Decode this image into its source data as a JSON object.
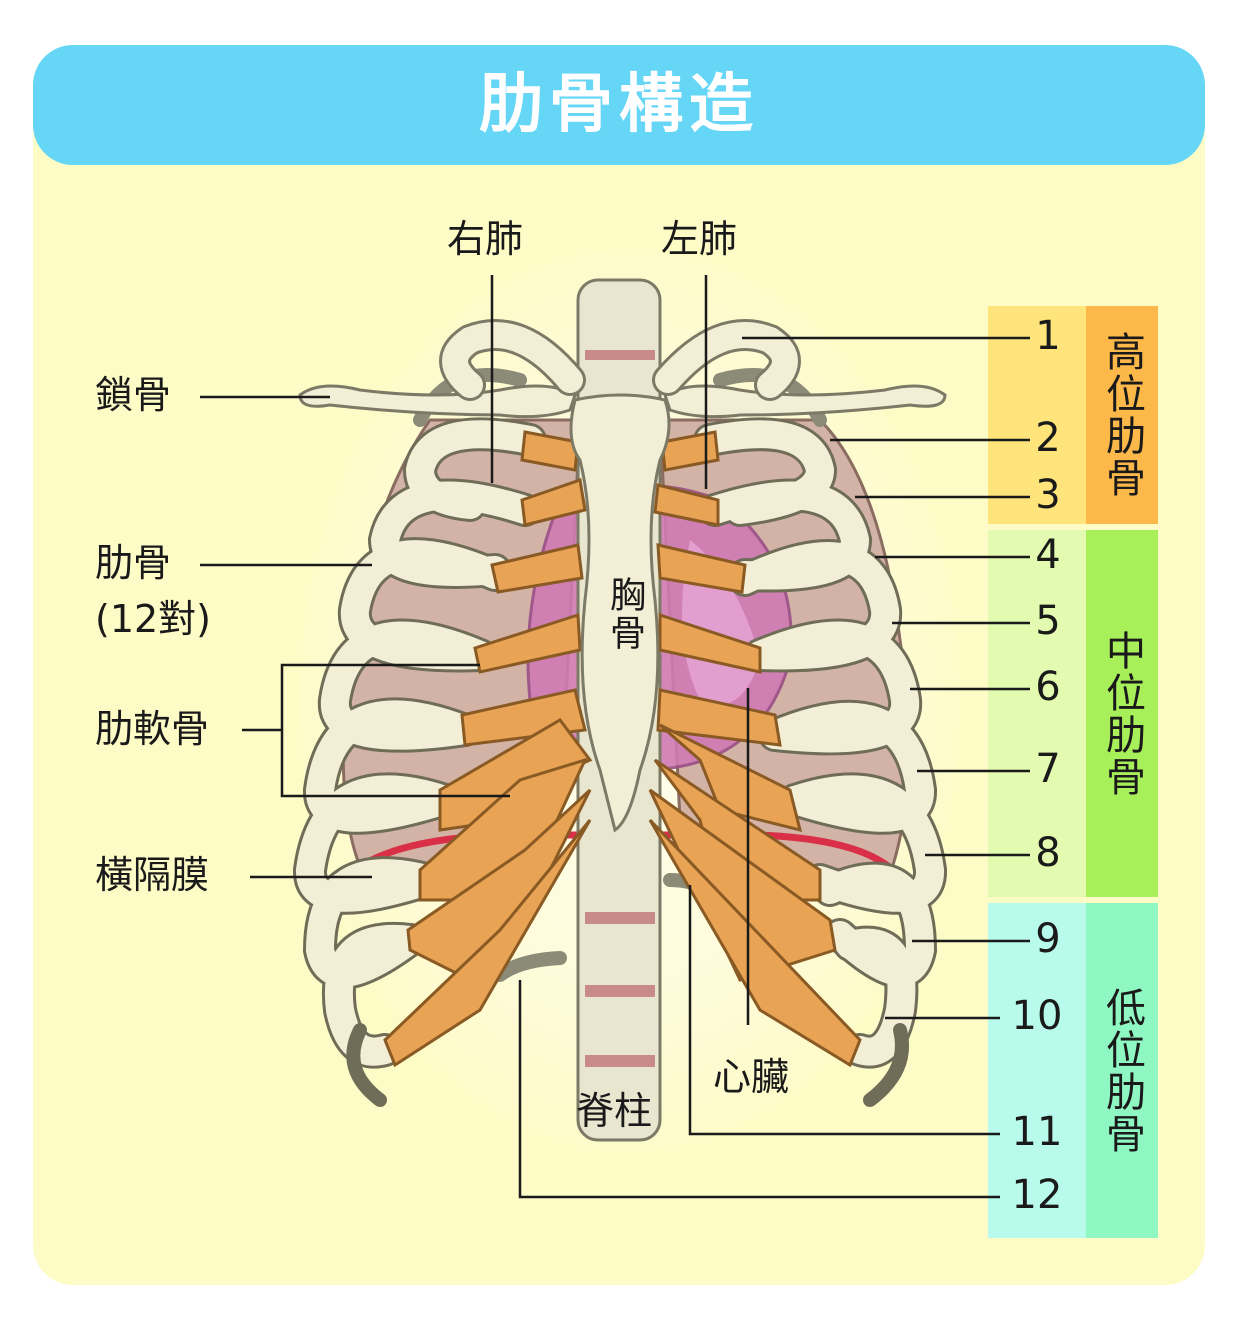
{
  "title": "肋骨構造",
  "labels": {
    "right_lung": "右肺",
    "left_lung": "左肺",
    "clavicle": "鎖骨",
    "ribs": "肋骨",
    "ribs_count": "(12對)",
    "costal_cartilage": "肋軟骨",
    "diaphragm": "橫隔膜",
    "sternum": "胸骨",
    "heart": "心臟",
    "spine": "脊柱"
  },
  "rib_numbers": [
    "1",
    "2",
    "3",
    "4",
    "5",
    "6",
    "7",
    "8",
    "9",
    "10",
    "11",
    "12"
  ],
  "groups": [
    {
      "name": "高位肋骨",
      "color": "#fdb84a",
      "band_color": "#fee47a"
    },
    {
      "name": "中位肋骨",
      "color": "#a8f05a",
      "band_color": "#e2fbb0"
    },
    {
      "name": "低位肋骨",
      "color": "#8ff7c2",
      "band_color": "#b8fbec"
    }
  ],
  "colors": {
    "header": "#66d6f7",
    "background": "#fdfbc6",
    "bone": "#f3efd6",
    "cartilage": "#e8a355",
    "lung": "#d2b3a6",
    "heart": "#d07ab4",
    "diaphragm": "#d93048"
  }
}
